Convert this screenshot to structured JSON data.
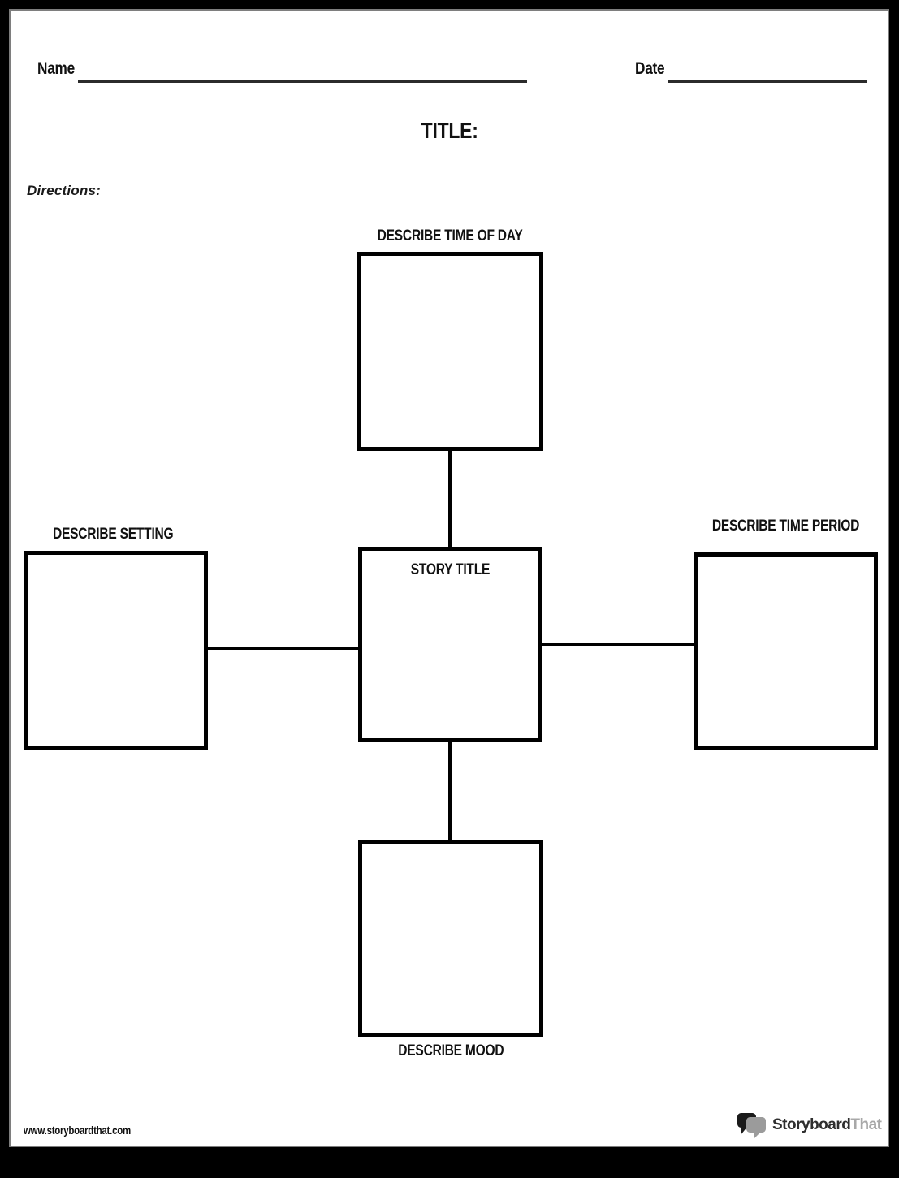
{
  "page": {
    "header": {
      "name_label": "Name",
      "date_label": "Date",
      "title_label": "TITLE:",
      "directions_label": "Directions:"
    },
    "diagram": {
      "top": {
        "label": "DESCRIBE TIME OF DAY"
      },
      "left": {
        "label": "DESCRIBE SETTING"
      },
      "right": {
        "label": "DESCRIBE TIME PERIOD"
      },
      "center": {
        "label": "STORY TITLE"
      },
      "bottom": {
        "label": "DESCRIBE MOOD"
      }
    },
    "footer": {
      "url": "www.storyboardthat.com",
      "logo_text_primary": "Storyboard",
      "logo_text_secondary": "That"
    },
    "colors": {
      "page_background": "#ffffff",
      "outer_border": "#000000",
      "page_edge": "#7e7e7e",
      "line_color": "#000000",
      "fill_line_color": "#2b2b2b",
      "logo_bubble_black": "#1a1a1a",
      "logo_bubble_gray": "#9b9b9b",
      "logo_text_gray": "#a8a8a8"
    }
  }
}
